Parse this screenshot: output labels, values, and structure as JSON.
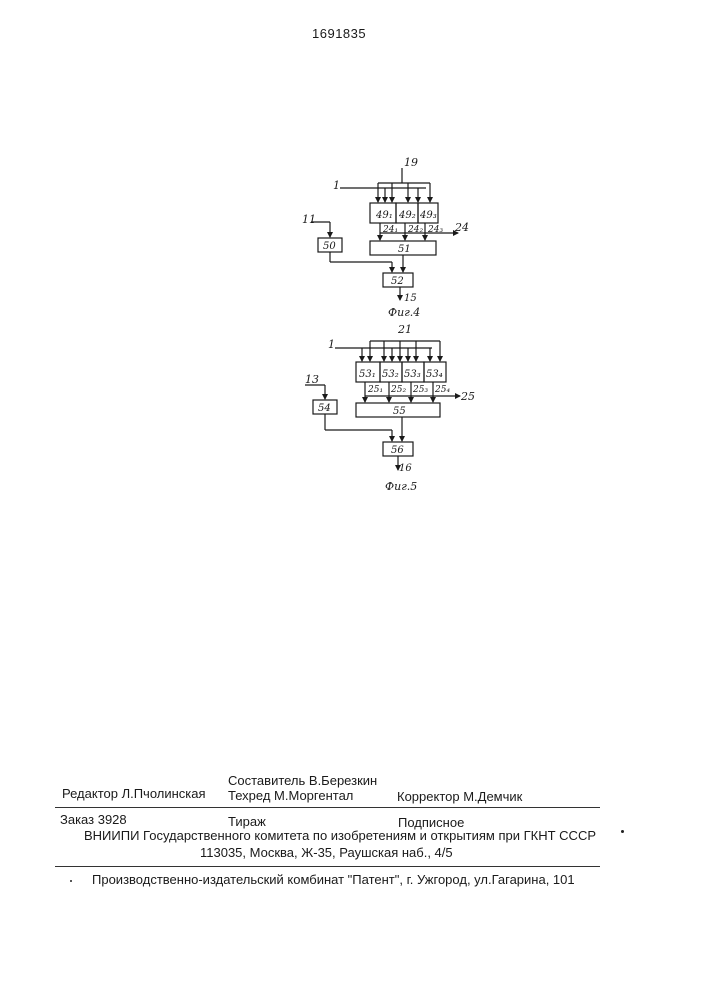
{
  "document": {
    "patent_number": "1691835"
  },
  "figure4": {
    "caption": "Фиг.4",
    "inputs": {
      "top": "19",
      "left": "1",
      "side": "11"
    },
    "outputs": {
      "right": "24",
      "bottom": "15"
    },
    "blocks": [
      "49₁",
      "49₂",
      "49₃",
      "51",
      "50",
      "52"
    ],
    "line_labels": [
      "24₁",
      "24₂",
      "24₃"
    ]
  },
  "figure5": {
    "caption": "Фиг.5",
    "inputs": {
      "top": "21",
      "left": "1",
      "side": "13"
    },
    "outputs": {
      "right": "25",
      "bottom": "16"
    },
    "blocks": [
      "53₁",
      "53₂",
      "53₃",
      "53₄",
      "55",
      "54",
      "56"
    ],
    "line_labels": [
      "25₁",
      "25₂",
      "25₃",
      "25₄"
    ]
  },
  "footer": {
    "editor": "Редактор  Л.Пчолинская",
    "compiler": "Составитель  В.Березкин",
    "techred": "Техред М.Моргентал",
    "corrector": "Корректор  М.Демчик",
    "order": "Заказ  3928",
    "circulation": "Тираж",
    "subscription": "Подписное",
    "org_line": "ВНИИПИ Государственного комитета по изобретениям и открытиям при ГКНТ СССР",
    "address_line": "113035, Москва, Ж-35, Раушская наб., 4/5",
    "publisher_line": "Производственно-издательский комбинат \"Патент\", г. Ужгород, ул.Гагарина, 101"
  }
}
